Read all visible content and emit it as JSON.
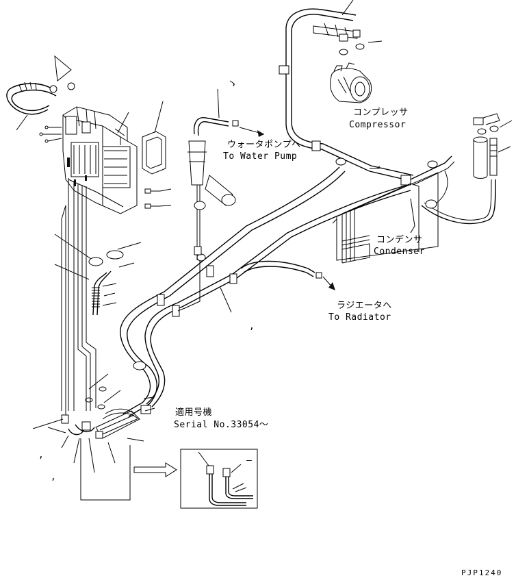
{
  "labels": {
    "water_pump_jp": "ウォータポンプへ",
    "water_pump_en": "To Water Pump",
    "compressor_jp": "コンプレッサ",
    "compressor_en": "Compressor",
    "condenser_jp": "コンデンサ",
    "condenser_en": "Condenser",
    "radiator_jp": "ラジエータへ",
    "radiator_en": "To Radiator",
    "serial_jp": "適用号機",
    "serial_en": "Serial No.33054～",
    "drawing_code": "PJP1240",
    "comma_1": ",",
    "comma_2": ",",
    "comma_3": ",",
    "comma_4": ",",
    "dash_mark": "–"
  }
}
